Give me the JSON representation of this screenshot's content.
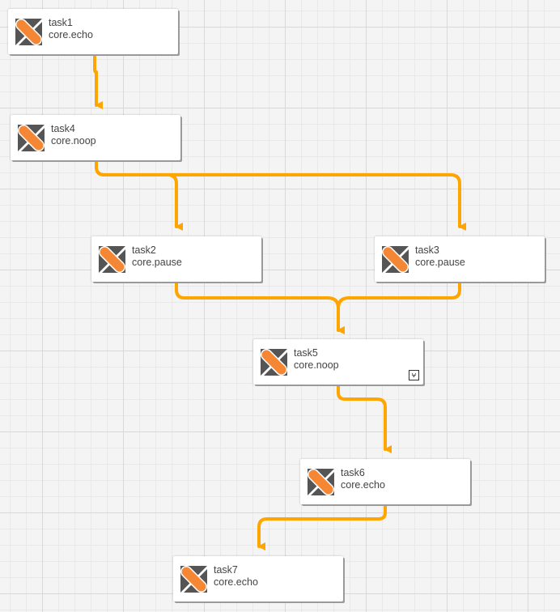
{
  "colors": {
    "edge": "#FFA500",
    "icon_orange": "#F58634",
    "icon_gray": "#555555"
  },
  "nodes": [
    {
      "id": "task1",
      "name": "task1",
      "action": "core.echo",
      "icon": "stackstorm-icon"
    },
    {
      "id": "task4",
      "name": "task4",
      "action": "core.noop",
      "icon": "stackstorm-icon"
    },
    {
      "id": "task2",
      "name": "task2",
      "action": "core.pause",
      "icon": "stackstorm-icon"
    },
    {
      "id": "task3",
      "name": "task3",
      "action": "core.pause",
      "icon": "stackstorm-icon"
    },
    {
      "id": "task5",
      "name": "task5",
      "action": "core.noop",
      "icon": "stackstorm-icon",
      "join_badge": "join-icon"
    },
    {
      "id": "task6",
      "name": "task6",
      "action": "core.echo",
      "icon": "stackstorm-icon"
    },
    {
      "id": "task7",
      "name": "task7",
      "action": "core.echo",
      "icon": "stackstorm-icon"
    }
  ],
  "transitions": [
    {
      "from": "task1",
      "to": "task4"
    },
    {
      "from": "task4",
      "to": "task2"
    },
    {
      "from": "task4",
      "to": "task3"
    },
    {
      "from": "task2",
      "to": "task5"
    },
    {
      "from": "task3",
      "to": "task5"
    },
    {
      "from": "task5",
      "to": "task6"
    },
    {
      "from": "task6",
      "to": "task7"
    }
  ]
}
